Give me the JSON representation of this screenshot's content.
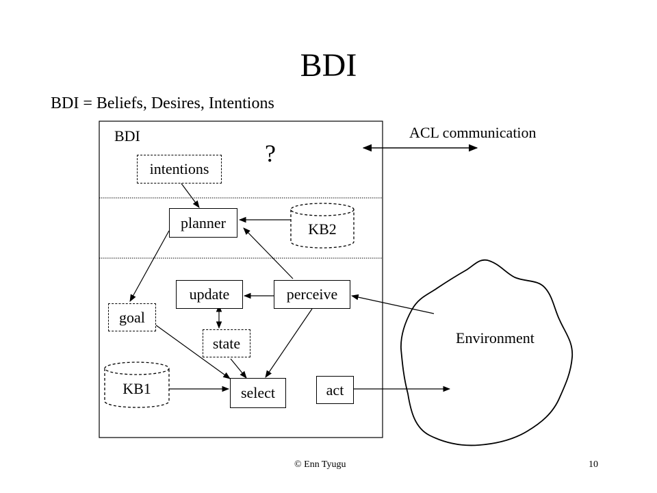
{
  "slide": {
    "title": "BDI",
    "subtitle": "BDI = Beliefs, Desires, Intentions",
    "footer_author": "© Enn Tyugu",
    "page_number": "10"
  },
  "diagram": {
    "container_label": "BDI",
    "question_mark": "?",
    "acl_label": "ACL communication",
    "environment_label": "Environment",
    "nodes": {
      "intentions": "intentions",
      "planner": "planner",
      "kb2": "KB2",
      "update": "update",
      "perceive": "perceive",
      "goal": "goal",
      "state": "state",
      "kb1": "KB1",
      "select": "select",
      "act": "act"
    }
  }
}
